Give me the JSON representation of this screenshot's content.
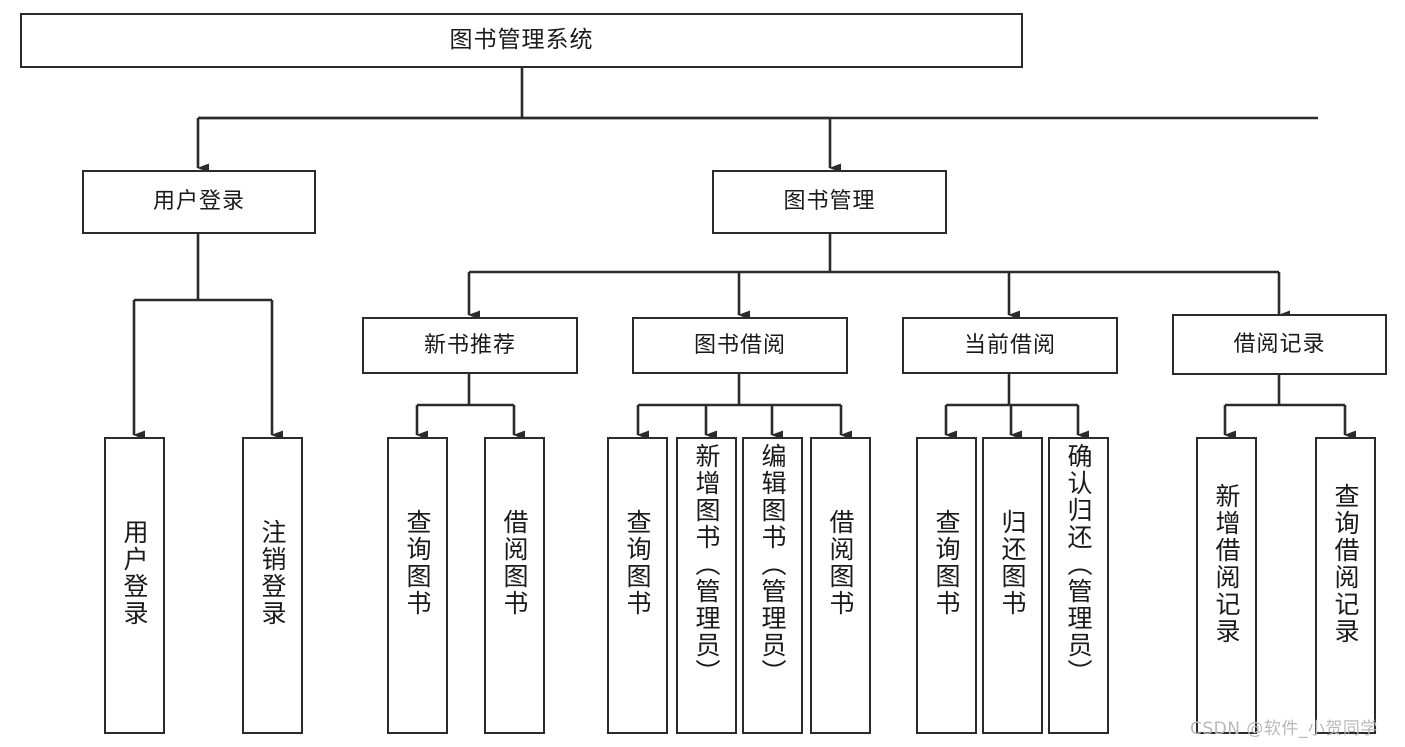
{
  "diagram": {
    "title": "图书管理系统",
    "type": "tree-hierarchy",
    "watermark": "CSDN @软件_小贺同学",
    "colors": {
      "stroke": "#2b2b2b",
      "fill": "#ffffff",
      "text": "#1a1a1a",
      "watermark": "#b9b9b9"
    },
    "nodes": {
      "root": "图书管理系统",
      "level2": [
        "用户登录",
        "图书管理"
      ],
      "level3": [
        "新书推荐",
        "图书借阅",
        "当前借阅",
        "借阅记录"
      ],
      "leaves_user_login": [
        "用户登录",
        "注销登录"
      ],
      "leaves_new_book": [
        "查询图书",
        "借阅图书"
      ],
      "leaves_borrow": [
        "查询图书",
        "新增图书（管理员）",
        "编辑图书（管理员）",
        "借阅图书"
      ],
      "leaves_current": [
        "查询图书",
        "归还图书",
        "确认归还（管理员）"
      ],
      "leaves_records": [
        "新增借阅记录",
        "查询借阅记录"
      ]
    }
  }
}
